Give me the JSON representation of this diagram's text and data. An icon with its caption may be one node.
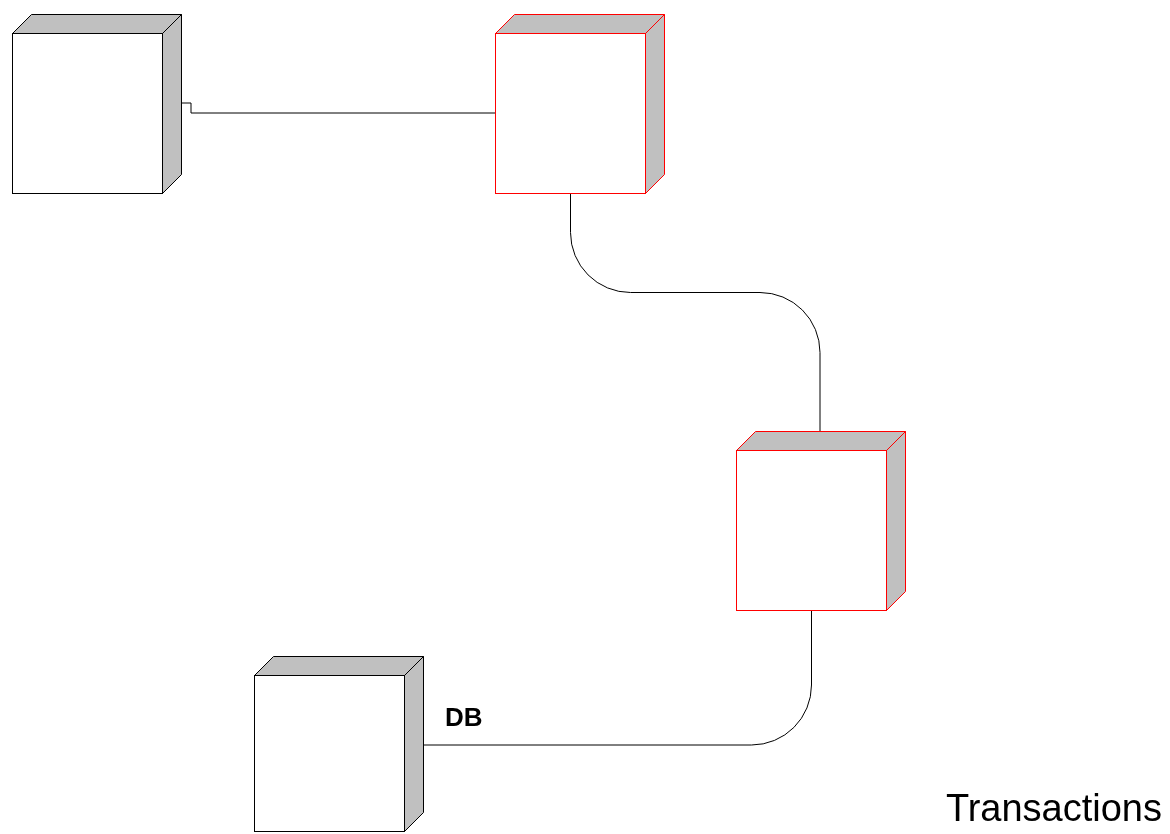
{
  "diagram": {
    "nodes": [
      {
        "text": [],
        "shape": "cube"
      },
      {
        "text": [],
        "shape": "cube"
      },
      {
        "text": [],
        "shape": "cube"
      },
      {
        "text": [],
        "shape": "cube",
        "beside": [
          "DB"
        ]
      }
    ],
    "edges": [
      {
        "from": 0,
        "to": 1,
        "arrow": "none"
      },
      {
        "from": 1,
        "to": 2,
        "arrow": "none"
      },
      {
        "from": 2,
        "to": 3,
        "arrow": "none"
      }
    ],
    "labels": [
      "Transactions"
    ]
  }
}
